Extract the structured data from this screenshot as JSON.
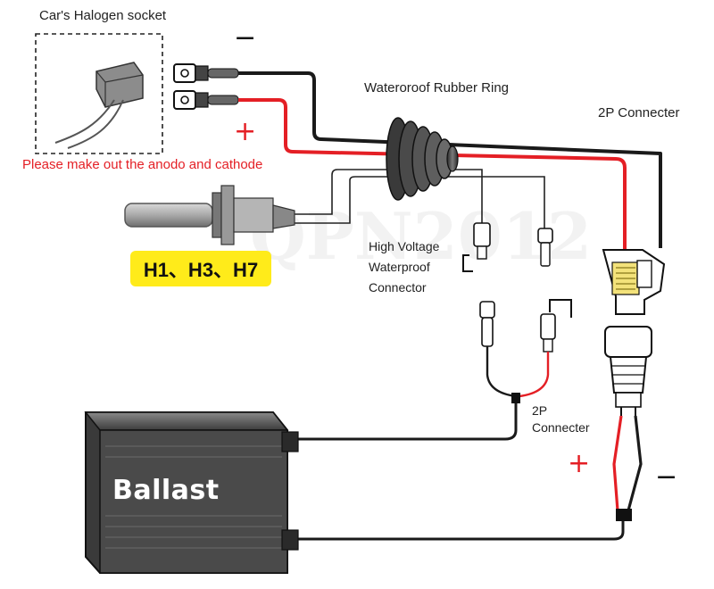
{
  "labels": {
    "halogen_socket": "Car's Halogen socket",
    "polarity_note": "Please make out the anodo and cathode",
    "rubber_ring": "Wateroroof Rubber Ring",
    "connector_2p_top": "2P Connecter",
    "connector_2p_bottom_line1": "2P",
    "connector_2p_bottom_line2": "Connecter",
    "high_voltage_line1": "High Voltage",
    "high_voltage_line2": "Waterproof",
    "high_voltage_line3": "Connector",
    "bulb_models": "H1、H3、H7",
    "ballast": "Ballast"
  },
  "polarity": {
    "minus": "−",
    "plus": "+"
  },
  "watermark": "QPN2012",
  "colors": {
    "positive_wire": "#e41f25",
    "negative_wire": "#1a1a1a",
    "badge": "#ffeb1a",
    "ballast_body": "#4a4a4a"
  }
}
